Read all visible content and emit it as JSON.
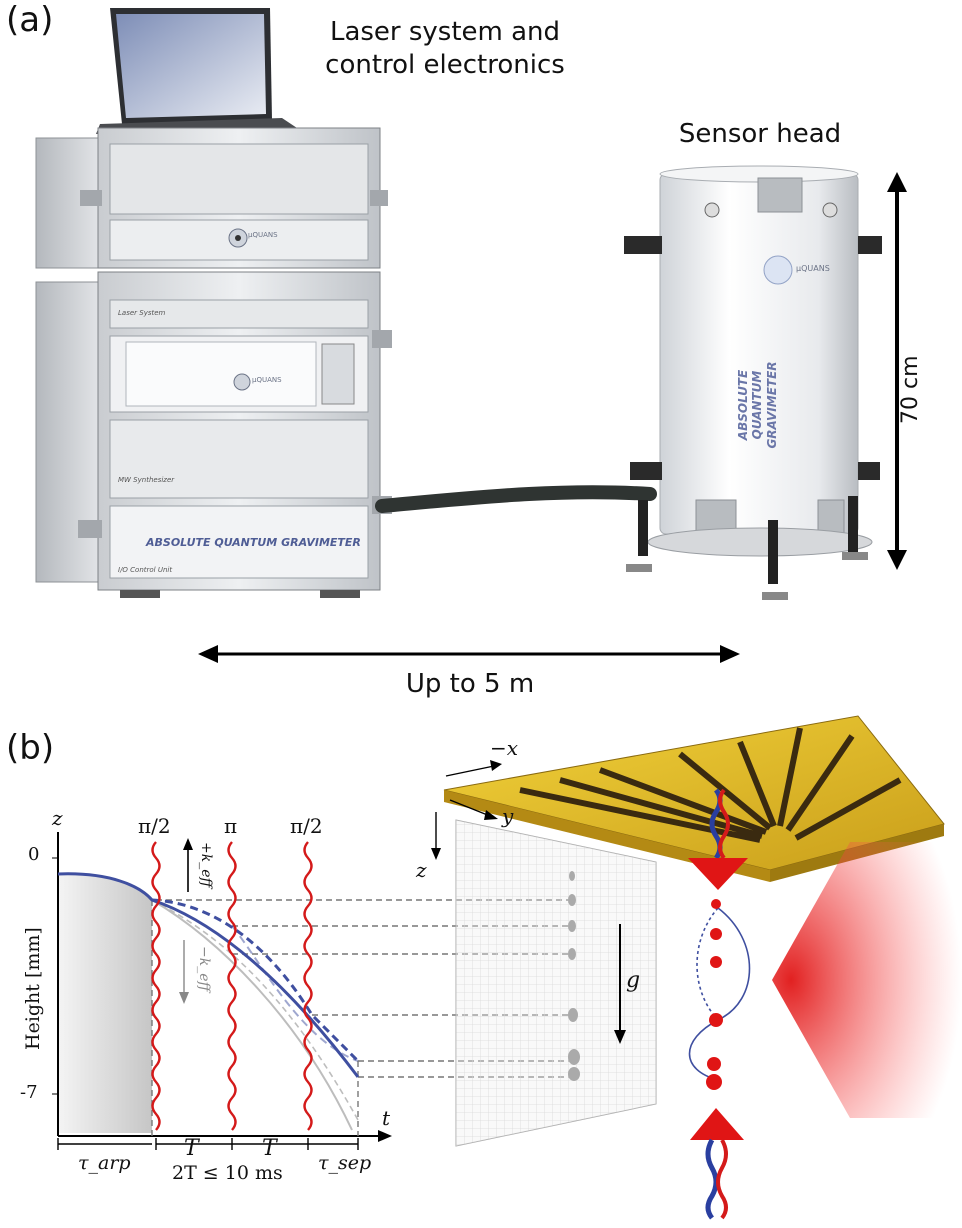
{
  "panel_a": {
    "label": "(a)",
    "laser_caption": "Laser system and control electronics",
    "laser_caption_line1": "Laser system and",
    "laser_caption_line2": "control electronics",
    "sensor_caption": "Sensor head",
    "height_label": "70 cm",
    "distance_label": "Up to 5 m",
    "rack_brand": "μQUANS",
    "rack_panel_text": "ABSOLUTE QUANTUM GRAVIMETER",
    "rack_small_labels": [
      "Laser System",
      "MW Synthesizer",
      "I/O Control Unit"
    ],
    "sensor_brand": "μQUANS",
    "sensor_text_line1": "ABSOLUTE QUANTUM",
    "sensor_text_line2": "GRAVIMETER"
  },
  "panel_b": {
    "label": "(b)",
    "axis_z": "z",
    "axis_t": "t",
    "y_axis_title": "Height [mm]",
    "y_tick_top": "0",
    "y_tick_bottom": "-7",
    "pulse_labels": [
      "π/2",
      "π",
      "π/2"
    ],
    "k_up": "+k_eff",
    "k_down": "−k_eff",
    "interval_T1": "T",
    "interval_T2": "T",
    "tau_arp": "τ_arp",
    "tau_sep": "τ_sep",
    "constraint": "2T ≤ 10 ms",
    "chip_axis_x": "−x",
    "chip_axis_y": "y",
    "chip_axis_z": "z",
    "gravity": "g",
    "colors": {
      "pulse": "#d41a1a",
      "trajectory": "#3f4fa0",
      "guide": "#777777"
    }
  }
}
